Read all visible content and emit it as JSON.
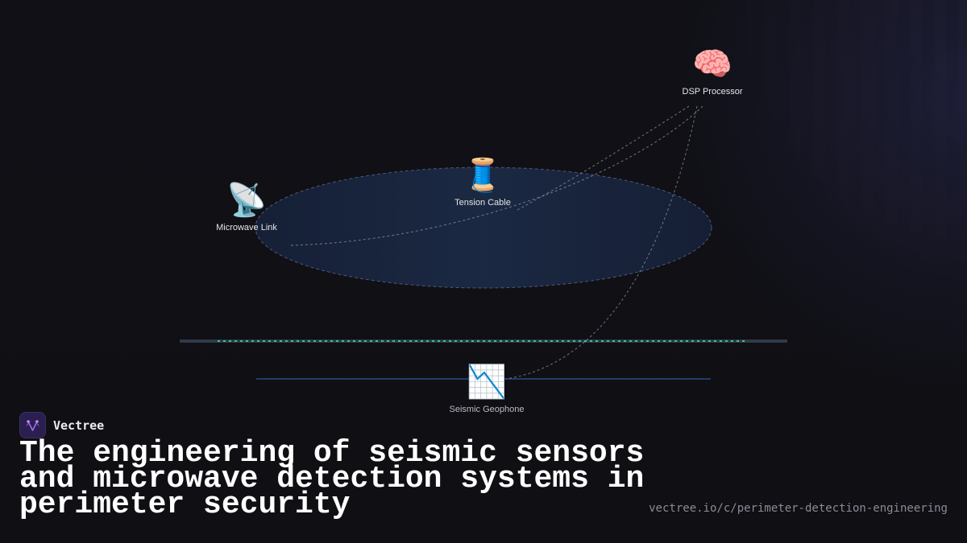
{
  "diagram": {
    "nodes": [
      {
        "id": "dsp",
        "label": "DSP Processor",
        "icon": "brain-icon",
        "glyph": "🧠"
      },
      {
        "id": "cable",
        "label": "Tension Cable",
        "icon": "spool-of-thread-icon",
        "glyph": "🧵"
      },
      {
        "id": "microwave",
        "label": "Microwave Link",
        "icon": "satellite-antenna-icon",
        "glyph": "📡"
      },
      {
        "id": "geophone",
        "label": "Seismic Geophone",
        "icon": "chart-decreasing-icon",
        "glyph": "📉"
      }
    ],
    "links": [
      {
        "from": "dsp",
        "to": "cable",
        "style": "dashed"
      },
      {
        "from": "dsp",
        "to": "microwave",
        "style": "dashed"
      },
      {
        "from": "dsp",
        "to": "geophone",
        "style": "dashed"
      }
    ],
    "zone": "detection-zone-ellipse",
    "fence": "fence-line",
    "ground": "buried-sensor-line"
  },
  "brand": {
    "name": "Vectree",
    "logo": "vectree-logo-icon"
  },
  "title": "The engineering of seismic sensors and microwave detection systems in perimeter security",
  "url": "vectree.io/c/perimeter-detection-engineering",
  "colors": {
    "background": "#101015",
    "zone_fill": "#1c2a45",
    "fence_track": "#2f3a4a",
    "fence_signal": "#3fbf8f",
    "ground_line": "#2b4a8a",
    "link_stroke": "#8f97a8",
    "logo_bg": "#2a1f4f",
    "logo_accent": "#a56cf0"
  }
}
